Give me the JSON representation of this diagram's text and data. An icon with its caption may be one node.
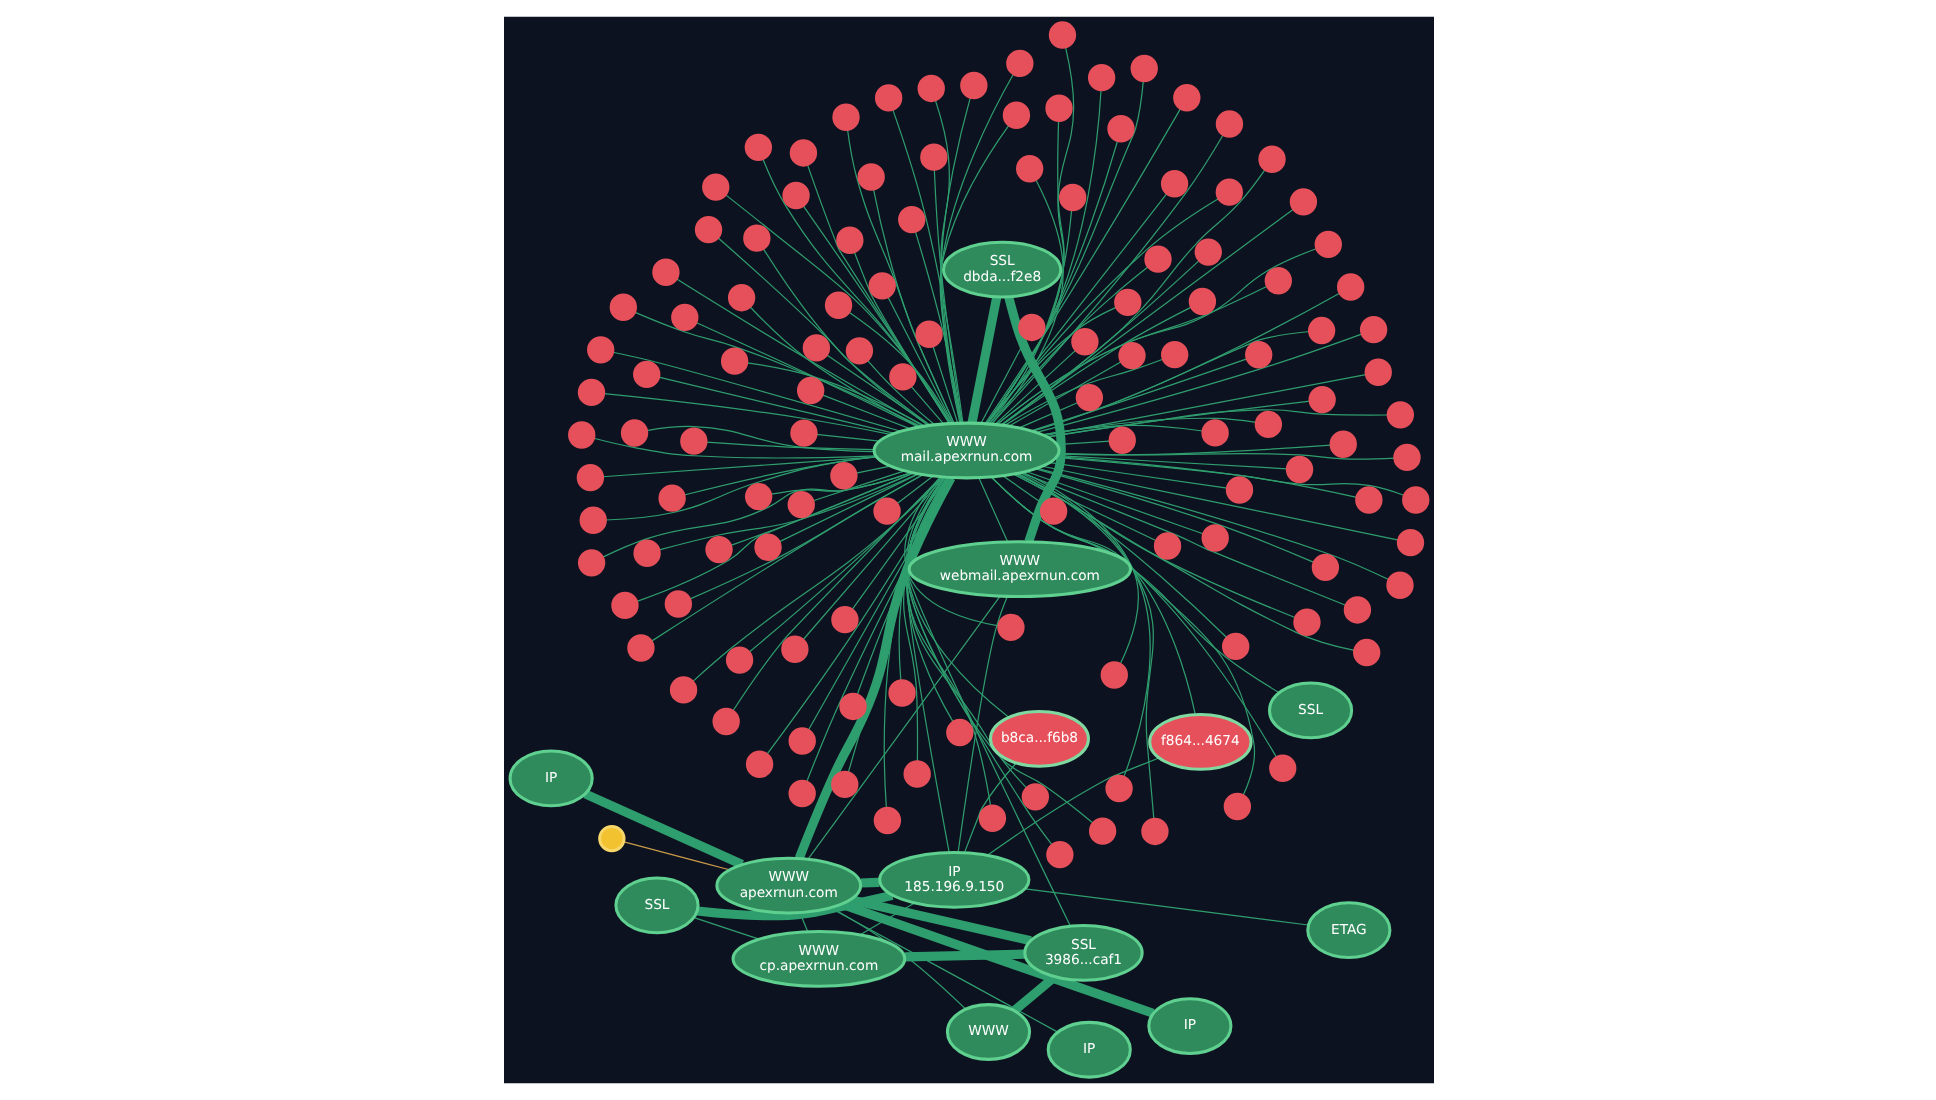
{
  "diagram": {
    "nodes": [
      {
        "text": [
          "SSL"
        ]
      },
      {
        "text": [
          "ETAG"
        ]
      },
      {
        "text": [
          "WWW",
          "cp.apexrnun.com"
        ]
      },
      {
        "text": [
          "IP",
          "185.196.9.150"
        ]
      },
      {
        "text": [
          "SSL",
          "3986...caf1"
        ]
      },
      {
        "text": [
          "IP"
        ]
      },
      {
        "text": [
          "WWW",
          "apexrnun.com"
        ]
      },
      {
        "text": [
          "f864...4674"
        ]
      },
      {
        "text": [
          "b8ca...f6b8"
        ]
      },
      {
        "text": [
          "IP"
        ]
      },
      {
        "text": [
          "WWW"
        ]
      },
      {
        "text": [],
        "shape": "circle"
      },
      {
        "text": [
          "IP"
        ]
      },
      {
        "text": [
          "WWW",
          "webmail.apexrnun.com"
        ]
      },
      {
        "text": [
          "SSL",
          "dbda...f2e8"
        ]
      },
      {
        "text": [
          "WWW",
          "mail.apexrnun.com"
        ]
      },
      {
        "text": [
          "SSL"
        ]
      },
      {
        "text": [],
        "shape": "circle"
      },
      {
        "text": [],
        "shape": "circle"
      },
      {
        "text": [],
        "shape": "circle"
      },
      {
        "text": [],
        "shape": "circle"
      },
      {
        "text": [],
        "shape": "circle"
      },
      {
        "text": [],
        "shape": "circle"
      },
      {
        "text": [],
        "shape": "circle"
      },
      {
        "text": [],
        "shape": "circle"
      },
      {
        "text": [],
        "shape": "circle"
      },
      {
        "text": [],
        "shape": "circle"
      },
      {
        "text": [],
        "shape": "circle"
      },
      {
        "text": [],
        "shape": "circle"
      },
      {
        "text": [],
        "shape": "circle"
      },
      {
        "text": [],
        "shape": "circle"
      },
      {
        "text": [],
        "shape": "circle"
      },
      {
        "text": [],
        "shape": "circle"
      },
      {
        "text": [],
        "shape": "circle"
      },
      {
        "text": [],
        "shape": "circle"
      },
      {
        "text": [],
        "shape": "circle"
      },
      {
        "text": [],
        "shape": "circle"
      },
      {
        "text": [],
        "shape": "circle"
      },
      {
        "text": [],
        "shape": "circle"
      },
      {
        "text": [],
        "shape": "circle"
      },
      {
        "text": [],
        "shape": "circle"
      },
      {
        "text": [],
        "shape": "circle"
      },
      {
        "text": [],
        "shape": "circle"
      },
      {
        "text": [],
        "shape": "circle"
      },
      {
        "text": [],
        "shape": "circle"
      },
      {
        "text": [],
        "shape": "circle"
      },
      {
        "text": [],
        "shape": "circle"
      },
      {
        "text": [],
        "shape": "circle"
      },
      {
        "text": [],
        "shape": "circle"
      },
      {
        "text": [],
        "shape": "circle"
      },
      {
        "text": [],
        "shape": "circle"
      },
      {
        "text": [],
        "shape": "circle"
      },
      {
        "text": [],
        "shape": "circle"
      },
      {
        "text": [],
        "shape": "circle"
      },
      {
        "text": [],
        "shape": "circle"
      },
      {
        "text": [],
        "shape": "circle"
      },
      {
        "text": [],
        "shape": "circle"
      },
      {
        "text": [],
        "shape": "circle"
      },
      {
        "text": [],
        "shape": "circle"
      },
      {
        "text": [],
        "shape": "circle"
      },
      {
        "text": [],
        "shape": "circle"
      },
      {
        "text": [],
        "shape": "circle"
      },
      {
        "text": [],
        "shape": "circle"
      },
      {
        "text": [],
        "shape": "circle"
      },
      {
        "text": [],
        "shape": "circle"
      },
      {
        "text": [],
        "shape": "circle"
      },
      {
        "text": [],
        "shape": "circle"
      },
      {
        "text": [],
        "shape": "circle"
      },
      {
        "text": [],
        "shape": "circle"
      },
      {
        "text": [],
        "shape": "circle"
      },
      {
        "text": [],
        "shape": "circle"
      },
      {
        "text": [],
        "shape": "circle"
      },
      {
        "text": [],
        "shape": "circle"
      },
      {
        "text": [],
        "shape": "circle"
      },
      {
        "text": [],
        "shape": "circle"
      },
      {
        "text": [],
        "shape": "circle"
      },
      {
        "text": [],
        "shape": "circle"
      },
      {
        "text": [],
        "shape": "circle"
      },
      {
        "text": [],
        "shape": "circle"
      },
      {
        "text": [],
        "shape": "circle"
      },
      {
        "text": [],
        "shape": "circle"
      },
      {
        "text": [],
        "shape": "circle"
      },
      {
        "text": [],
        "shape": "circle"
      },
      {
        "text": [],
        "shape": "circle"
      },
      {
        "text": [],
        "shape": "circle"
      },
      {
        "text": [],
        "shape": "circle"
      },
      {
        "text": [],
        "shape": "circle"
      },
      {
        "text": [],
        "shape": "circle"
      },
      {
        "text": [],
        "shape": "circle"
      },
      {
        "text": [],
        "shape": "circle"
      },
      {
        "text": [],
        "shape": "circle"
      },
      {
        "text": [],
        "shape": "circle"
      },
      {
        "text": [],
        "shape": "circle"
      },
      {
        "text": [],
        "shape": "circle"
      },
      {
        "text": [],
        "shape": "circle"
      },
      {
        "text": [],
        "shape": "circle"
      },
      {
        "text": [],
        "shape": "circle"
      },
      {
        "text": [],
        "shape": "circle"
      },
      {
        "text": [],
        "shape": "circle"
      },
      {
        "text": [],
        "shape": "circle"
      },
      {
        "text": [],
        "shape": "circle"
      },
      {
        "text": [],
        "shape": "circle"
      },
      {
        "text": [],
        "shape": "circle"
      },
      {
        "text": [],
        "shape": "circle"
      },
      {
        "text": [],
        "shape": "circle"
      },
      {
        "text": [],
        "shape": "circle"
      },
      {
        "text": [],
        "shape": "circle"
      },
      {
        "text": [],
        "shape": "circle"
      },
      {
        "text": [],
        "shape": "circle"
      },
      {
        "text": [],
        "shape": "circle"
      },
      {
        "text": [],
        "shape": "circle"
      },
      {
        "text": [],
        "shape": "circle"
      },
      {
        "text": [],
        "shape": "circle"
      },
      {
        "text": [],
        "shape": "circle"
      },
      {
        "text": [],
        "shape": "circle"
      },
      {
        "text": [],
        "shape": "circle"
      },
      {
        "text": [],
        "shape": "circle"
      },
      {
        "text": [],
        "shape": "circle"
      },
      {
        "text": [],
        "shape": "circle"
      },
      {
        "text": [],
        "shape": "circle"
      },
      {
        "text": [],
        "shape": "circle"
      },
      {
        "text": [],
        "shape": "circle"
      },
      {
        "text": [],
        "shape": "circle"
      },
      {
        "text": [],
        "shape": "circle"
      },
      {
        "text": [],
        "shape": "circle"
      },
      {
        "text": [],
        "shape": "circle"
      },
      {
        "text": [],
        "shape": "circle"
      },
      {
        "text": [],
        "shape": "circle"
      },
      {
        "text": [],
        "shape": "circle"
      },
      {
        "text": [],
        "shape": "circle"
      },
      {
        "text": [],
        "shape": "circle"
      },
      {
        "text": [],
        "shape": "circle"
      },
      {
        "text": [],
        "shape": "circle"
      },
      {
        "text": [],
        "shape": "circle"
      },
      {
        "text": [],
        "shape": "circle"
      },
      {
        "text": [],
        "shape": "circle"
      },
      {
        "text": [],
        "shape": "circle"
      },
      {
        "text": [],
        "shape": "circle"
      },
      {
        "text": [],
        "shape": "circle"
      },
      {
        "text": [],
        "shape": "circle"
      }
    ],
    "edges": [
      {
        "from": 0,
        "to": 2,
        "arrow": "none"
      },
      {
        "from": 0,
        "to": 3,
        "arrow": "none",
        "style": "thick"
      },
      {
        "from": 1,
        "to": 3,
        "arrow": "none"
      },
      {
        "from": 2,
        "to": 3,
        "arrow": "none"
      },
      {
        "from": 2,
        "to": 4,
        "arrow": "none",
        "style": "thick"
      },
      {
        "from": 2,
        "to": 6,
        "arrow": "none"
      },
      {
        "from": 4,
        "to": 6,
        "arrow": "none",
        "style": "thick"
      },
      {
        "from": 4,
        "to": 10,
        "arrow": "none",
        "style": "thick"
      },
      {
        "from": 4,
        "to": 15,
        "arrow": "none"
      },
      {
        "from": 5,
        "to": 6,
        "arrow": "none",
        "style": "thick"
      },
      {
        "from": 9,
        "to": 6,
        "arrow": "none"
      },
      {
        "from": 10,
        "to": 6,
        "arrow": "none"
      },
      {
        "from": 11,
        "to": 6,
        "arrow": "none",
        "color": "#c89a4a"
      },
      {
        "from": 12,
        "to": 6,
        "arrow": "none",
        "style": "thick"
      },
      {
        "from": 3,
        "to": 6,
        "arrow": "none",
        "style": "thick"
      },
      {
        "from": 3,
        "to": 7,
        "arrow": "none"
      },
      {
        "from": 3,
        "to": 8,
        "arrow": "none"
      },
      {
        "from": 3,
        "to": 13,
        "arrow": "none"
      },
      {
        "from": 3,
        "to": 15,
        "arrow": "none"
      },
      {
        "from": 6,
        "to": 13,
        "arrow": "none"
      },
      {
        "from": 6,
        "to": 15,
        "arrow": "none",
        "style": "thick"
      },
      {
        "from": 13,
        "to": 14,
        "arrow": "none",
        "style": "thick"
      },
      {
        "from": 13,
        "to": 15,
        "arrow": "none"
      },
      {
        "from": 14,
        "to": 15,
        "arrow": "none",
        "style": "thick"
      },
      {
        "from": 7,
        "to": 15,
        "arrow": "none"
      },
      {
        "from": 8,
        "to": 15,
        "arrow": "none"
      },
      {
        "from": 15,
        "to": 16,
        "arrow": "none"
      },
      {
        "from": 15,
        "to": 17,
        "arrow": "none"
      },
      {
        "from": 15,
        "to": 18,
        "arrow": "none"
      },
      {
        "from": 15,
        "to": 19,
        "arrow": "none"
      },
      {
        "from": 15,
        "to": 20,
        "arrow": "none"
      },
      {
        "from": 15,
        "to": 21,
        "arrow": "none"
      },
      {
        "from": 15,
        "to": 22,
        "arrow": "none"
      },
      {
        "from": 15,
        "to": 23,
        "arrow": "none"
      },
      {
        "from": 15,
        "to": 24,
        "arrow": "none"
      },
      {
        "from": 15,
        "to": 25,
        "arrow": "none"
      },
      {
        "from": 15,
        "to": 26,
        "arrow": "none"
      },
      {
        "from": 15,
        "to": 27,
        "arrow": "none"
      },
      {
        "from": 15,
        "to": 28,
        "arrow": "none"
      },
      {
        "from": 15,
        "to": 29,
        "arrow": "none"
      },
      {
        "from": 15,
        "to": 30,
        "arrow": "none"
      },
      {
        "from": 15,
        "to": 31,
        "arrow": "none"
      },
      {
        "from": 15,
        "to": 32,
        "arrow": "none"
      },
      {
        "from": 15,
        "to": 33,
        "arrow": "none"
      },
      {
        "from": 15,
        "to": 34,
        "arrow": "none"
      },
      {
        "from": 15,
        "to": 35,
        "arrow": "none"
      },
      {
        "from": 15,
        "to": 36,
        "arrow": "none"
      },
      {
        "from": 15,
        "to": 37,
        "arrow": "none"
      },
      {
        "from": 15,
        "to": 38,
        "arrow": "none"
      },
      {
        "from": 15,
        "to": 39,
        "arrow": "none"
      },
      {
        "from": 15,
        "to": 40,
        "arrow": "none"
      },
      {
        "from": 15,
        "to": 41,
        "arrow": "none"
      },
      {
        "from": 15,
        "to": 42,
        "arrow": "none"
      },
      {
        "from": 15,
        "to": 43,
        "arrow": "none"
      },
      {
        "from": 15,
        "to": 44,
        "arrow": "none"
      },
      {
        "from": 15,
        "to": 45,
        "arrow": "none"
      },
      {
        "from": 15,
        "to": 46,
        "arrow": "none"
      },
      {
        "from": 15,
        "to": 47,
        "arrow": "none"
      },
      {
        "from": 15,
        "to": 48,
        "arrow": "none"
      },
      {
        "from": 15,
        "to": 49,
        "arrow": "none"
      },
      {
        "from": 15,
        "to": 50,
        "arrow": "none"
      },
      {
        "from": 15,
        "to": 51,
        "arrow": "none"
      },
      {
        "from": 15,
        "to": 52,
        "arrow": "none"
      },
      {
        "from": 15,
        "to": 53,
        "arrow": "none"
      },
      {
        "from": 15,
        "to": 54,
        "arrow": "none"
      },
      {
        "from": 15,
        "to": 55,
        "arrow": "none"
      },
      {
        "from": 15,
        "to": 56,
        "arrow": "none"
      },
      {
        "from": 15,
        "to": 57,
        "arrow": "none"
      },
      {
        "from": 15,
        "to": 58,
        "arrow": "none"
      },
      {
        "from": 15,
        "to": 59,
        "arrow": "none"
      },
      {
        "from": 15,
        "to": 60,
        "arrow": "none"
      },
      {
        "from": 15,
        "to": 61,
        "arrow": "none"
      },
      {
        "from": 15,
        "to": 62,
        "arrow": "none"
      },
      {
        "from": 15,
        "to": 63,
        "arrow": "none"
      },
      {
        "from": 15,
        "to": 64,
        "arrow": "none"
      },
      {
        "from": 15,
        "to": 65,
        "arrow": "none"
      },
      {
        "from": 15,
        "to": 66,
        "arrow": "none"
      },
      {
        "from": 15,
        "to": 67,
        "arrow": "none"
      },
      {
        "from": 15,
        "to": 68,
        "arrow": "none"
      },
      {
        "from": 15,
        "to": 69,
        "arrow": "none"
      },
      {
        "from": 15,
        "to": 70,
        "arrow": "none"
      },
      {
        "from": 15,
        "to": 71,
        "arrow": "none"
      },
      {
        "from": 15,
        "to": 72,
        "arrow": "none"
      },
      {
        "from": 15,
        "to": 73,
        "arrow": "none"
      },
      {
        "from": 15,
        "to": 74,
        "arrow": "none"
      },
      {
        "from": 15,
        "to": 75,
        "arrow": "none"
      },
      {
        "from": 15,
        "to": 76,
        "arrow": "none"
      },
      {
        "from": 15,
        "to": 77,
        "arrow": "none"
      },
      {
        "from": 15,
        "to": 78,
        "arrow": "none"
      },
      {
        "from": 15,
        "to": 79,
        "arrow": "none"
      },
      {
        "from": 15,
        "to": 80,
        "arrow": "none"
      },
      {
        "from": 15,
        "to": 81,
        "arrow": "none"
      },
      {
        "from": 15,
        "to": 82,
        "arrow": "none"
      },
      {
        "from": 15,
        "to": 83,
        "arrow": "none"
      },
      {
        "from": 15,
        "to": 84,
        "arrow": "none"
      },
      {
        "from": 15,
        "to": 85,
        "arrow": "none"
      },
      {
        "from": 15,
        "to": 86,
        "arrow": "none"
      },
      {
        "from": 15,
        "to": 87,
        "arrow": "none"
      },
      {
        "from": 15,
        "to": 88,
        "arrow": "none"
      },
      {
        "from": 15,
        "to": 89,
        "arrow": "none"
      },
      {
        "from": 15,
        "to": 90,
        "arrow": "none"
      },
      {
        "from": 15,
        "to": 91,
        "arrow": "none"
      },
      {
        "from": 15,
        "to": 92,
        "arrow": "none"
      },
      {
        "from": 15,
        "to": 93,
        "arrow": "none"
      },
      {
        "from": 15,
        "to": 94,
        "arrow": "none"
      },
      {
        "from": 15,
        "to": 95,
        "arrow": "none"
      },
      {
        "from": 15,
        "to": 96,
        "arrow": "none"
      },
      {
        "from": 15,
        "to": 97,
        "arrow": "none"
      },
      {
        "from": 15,
        "to": 98,
        "arrow": "none"
      },
      {
        "from": 15,
        "to": 99,
        "arrow": "none"
      },
      {
        "from": 15,
        "to": 100,
        "arrow": "none"
      },
      {
        "from": 15,
        "to": 101,
        "arrow": "none"
      },
      {
        "from": 15,
        "to": 102,
        "arrow": "none"
      },
      {
        "from": 15,
        "to": 103,
        "arrow": "none"
      },
      {
        "from": 15,
        "to": 104,
        "arrow": "none"
      },
      {
        "from": 15,
        "to": 105,
        "arrow": "none"
      },
      {
        "from": 15,
        "to": 106,
        "arrow": "none"
      },
      {
        "from": 15,
        "to": 107,
        "arrow": "none"
      },
      {
        "from": 15,
        "to": 108,
        "arrow": "none"
      },
      {
        "from": 15,
        "to": 109,
        "arrow": "none"
      },
      {
        "from": 15,
        "to": 110,
        "arrow": "none"
      },
      {
        "from": 15,
        "to": 111,
        "arrow": "none"
      },
      {
        "from": 15,
        "to": 112,
        "arrow": "none"
      },
      {
        "from": 15,
        "to": 113,
        "arrow": "none"
      },
      {
        "from": 15,
        "to": 114,
        "arrow": "none"
      },
      {
        "from": 15,
        "to": 115,
        "arrow": "none"
      },
      {
        "from": 15,
        "to": 116,
        "arrow": "none"
      },
      {
        "from": 15,
        "to": 117,
        "arrow": "none"
      },
      {
        "from": 15,
        "to": 118,
        "arrow": "none"
      },
      {
        "from": 15,
        "to": 119,
        "arrow": "none"
      },
      {
        "from": 15,
        "to": 120,
        "arrow": "none"
      },
      {
        "from": 15,
        "to": 121,
        "arrow": "none"
      },
      {
        "from": 15,
        "to": 122,
        "arrow": "none"
      },
      {
        "from": 15,
        "to": 123,
        "arrow": "none"
      },
      {
        "from": 15,
        "to": 124,
        "arrow": "none"
      },
      {
        "from": 15,
        "to": 125,
        "arrow": "none"
      },
      {
        "from": 15,
        "to": 126,
        "arrow": "none"
      },
      {
        "from": 15,
        "to": 127,
        "arrow": "none"
      },
      {
        "from": 15,
        "to": 128,
        "arrow": "none"
      },
      {
        "from": 15,
        "to": 129,
        "arrow": "none"
      },
      {
        "from": 15,
        "to": 130,
        "arrow": "none"
      },
      {
        "from": 15,
        "to": 131,
        "arrow": "none"
      },
      {
        "from": 15,
        "to": 132,
        "arrow": "none"
      },
      {
        "from": 15,
        "to": 133,
        "arrow": "none"
      },
      {
        "from": 15,
        "to": 134,
        "arrow": "none"
      },
      {
        "from": 15,
        "to": 135,
        "arrow": "none"
      },
      {
        "from": 15,
        "to": 136,
        "arrow": "none"
      },
      {
        "from": 15,
        "to": 137,
        "arrow": "none"
      },
      {
        "from": 15,
        "to": 138,
        "arrow": "none"
      },
      {
        "from": 15,
        "to": 139,
        "arrow": "none"
      }
    ]
  }
}
